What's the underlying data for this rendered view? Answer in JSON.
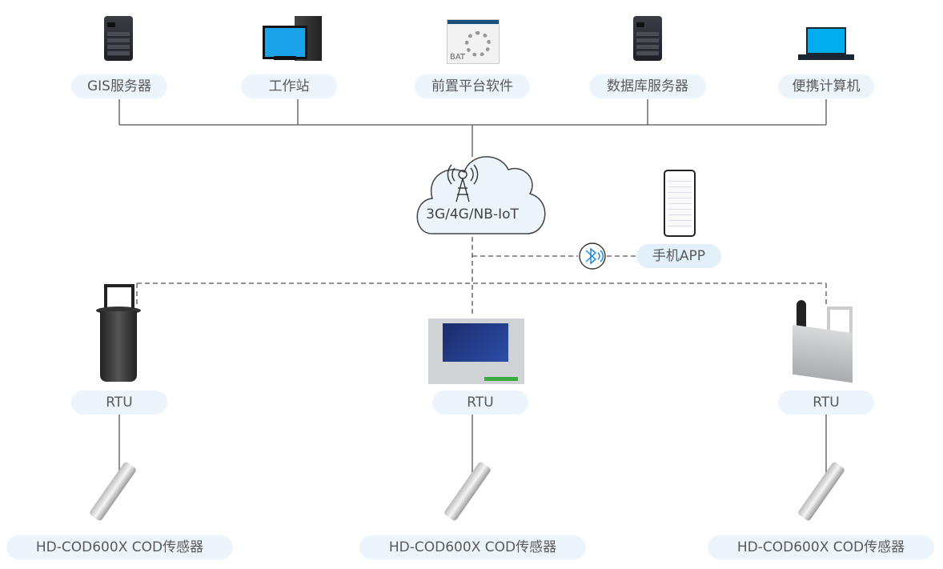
{
  "title": "COD sensor monitoring system network topology",
  "top_nodes": [
    {
      "label": "GIS服务器",
      "icon": "server-icon"
    },
    {
      "label": "工作站",
      "icon": "workstation-icon"
    },
    {
      "label": "前置平台软件",
      "icon": "bat-software-icon"
    },
    {
      "label": "数据库服务器",
      "icon": "server-icon"
    },
    {
      "label": "便携计算机",
      "icon": "laptop-icon"
    }
  ],
  "network": {
    "label": "3G/4G/NB-IoT",
    "icon": "cell-tower-icon"
  },
  "mobile": {
    "label": "手机APP",
    "icon": "smartphone-icon",
    "link_icon": "bluetooth-icon"
  },
  "rtus": [
    {
      "label": "RTU",
      "icon": "rtu-cylinder-icon"
    },
    {
      "label": "RTU",
      "icon": "rtu-touchscreen-icon"
    },
    {
      "label": "RTU",
      "icon": "rtu-box-icon"
    }
  ],
  "sensors": [
    {
      "label": "HD-COD600X COD传感器",
      "icon": "cod-sensor-probe-icon"
    },
    {
      "label": "HD-COD600X COD传感器",
      "icon": "cod-sensor-probe-icon"
    },
    {
      "label": "HD-COD600X COD传感器",
      "icon": "cod-sensor-probe-icon"
    }
  ],
  "colors": {
    "pill_bg": "#ecf5fb",
    "line": "#555555",
    "screen_blue": "#1aa3e8",
    "bluetooth": "#1e88e5"
  }
}
